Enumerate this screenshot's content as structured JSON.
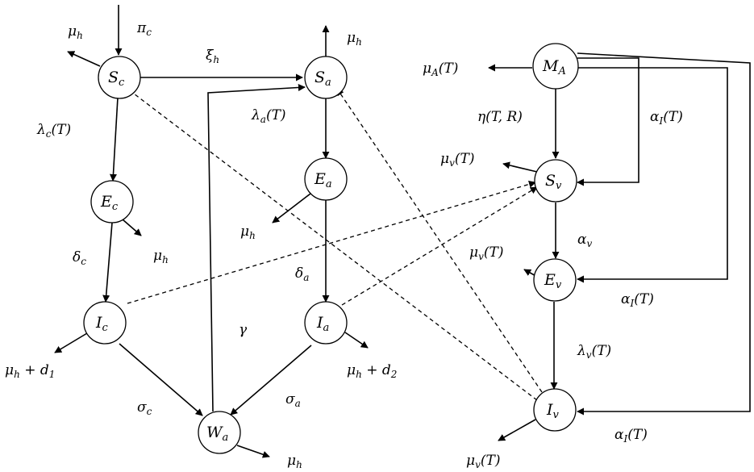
{
  "diagram": {
    "nodes": {
      "Sc": {
        "main": "S",
        "sub": "c"
      },
      "Sa": {
        "main": "S",
        "sub": "a"
      },
      "Ec": {
        "main": "E",
        "sub": "c"
      },
      "Ea": {
        "main": "E",
        "sub": "a"
      },
      "Ic": {
        "main": "I",
        "sub": "c"
      },
      "Ia": {
        "main": "I",
        "sub": "a"
      },
      "Wa": {
        "main": "W",
        "sub": "a"
      },
      "MA": {
        "main": "M",
        "sub": "A"
      },
      "Sv": {
        "main": "S",
        "sub": "v"
      },
      "Ev": {
        "main": "E",
        "sub": "v"
      },
      "Iv": {
        "main": "I",
        "sub": "v"
      }
    },
    "rates": {
      "pi_c": {
        "main": "π",
        "sub": "c",
        "rest": ""
      },
      "xi_h": {
        "main": "ξ",
        "sub": "h",
        "rest": ""
      },
      "mu_h_Sc": {
        "main": "μ",
        "sub": "h",
        "rest": ""
      },
      "mu_h_Sa": {
        "main": "μ",
        "sub": "h",
        "rest": ""
      },
      "lambda_c": {
        "main": "λ",
        "sub": "c",
        "rest": "(T)"
      },
      "lambda_a": {
        "main": "λ",
        "sub": "a",
        "rest": "(T)"
      },
      "mu_h_Ec": {
        "main": "μ",
        "sub": "h",
        "rest": ""
      },
      "mu_h_Ea": {
        "main": "μ",
        "sub": "h",
        "rest": ""
      },
      "delta_c": {
        "main": "δ",
        "sub": "c",
        "rest": ""
      },
      "delta_a": {
        "main": "δ",
        "sub": "a",
        "rest": ""
      },
      "gamma": {
        "main": "γ",
        "sub": "",
        "rest": ""
      },
      "mu_h_d1": {
        "main": "μ",
        "sub": "h",
        "rest": " + d",
        "sub2": "1"
      },
      "mu_h_d2": {
        "main": "μ",
        "sub": "h",
        "rest": " + d",
        "sub2": "2"
      },
      "sigma_c": {
        "main": "σ",
        "sub": "c",
        "rest": ""
      },
      "sigma_a": {
        "main": "σ",
        "sub": "a",
        "rest": ""
      },
      "mu_h_Wa": {
        "main": "μ",
        "sub": "h",
        "rest": ""
      },
      "mu_A": {
        "main": "μ",
        "sub": "A",
        "rest": "(T)"
      },
      "eta": {
        "main": "η(T, R)",
        "sub": "",
        "rest": ""
      },
      "alpha_I_1": {
        "main": "α",
        "sub": "I",
        "rest": "(T)"
      },
      "mu_v_Sv": {
        "main": "μ",
        "sub": "v",
        "rest": "(T)"
      },
      "alpha_v": {
        "main": "α",
        "sub": "v",
        "rest": ""
      },
      "mu_v_Ev": {
        "main": "μ",
        "sub": "v",
        "rest": "(T)"
      },
      "alpha_I_2": {
        "main": "α",
        "sub": "I",
        "rest": "(T)"
      },
      "lambda_v": {
        "main": "λ",
        "sub": "v",
        "rest": "(T)"
      },
      "alpha_I_3": {
        "main": "α",
        "sub": "I",
        "rest": "(T)"
      },
      "mu_v_Iv": {
        "main": "μ",
        "sub": "v",
        "rest": "(T)"
      }
    }
  }
}
